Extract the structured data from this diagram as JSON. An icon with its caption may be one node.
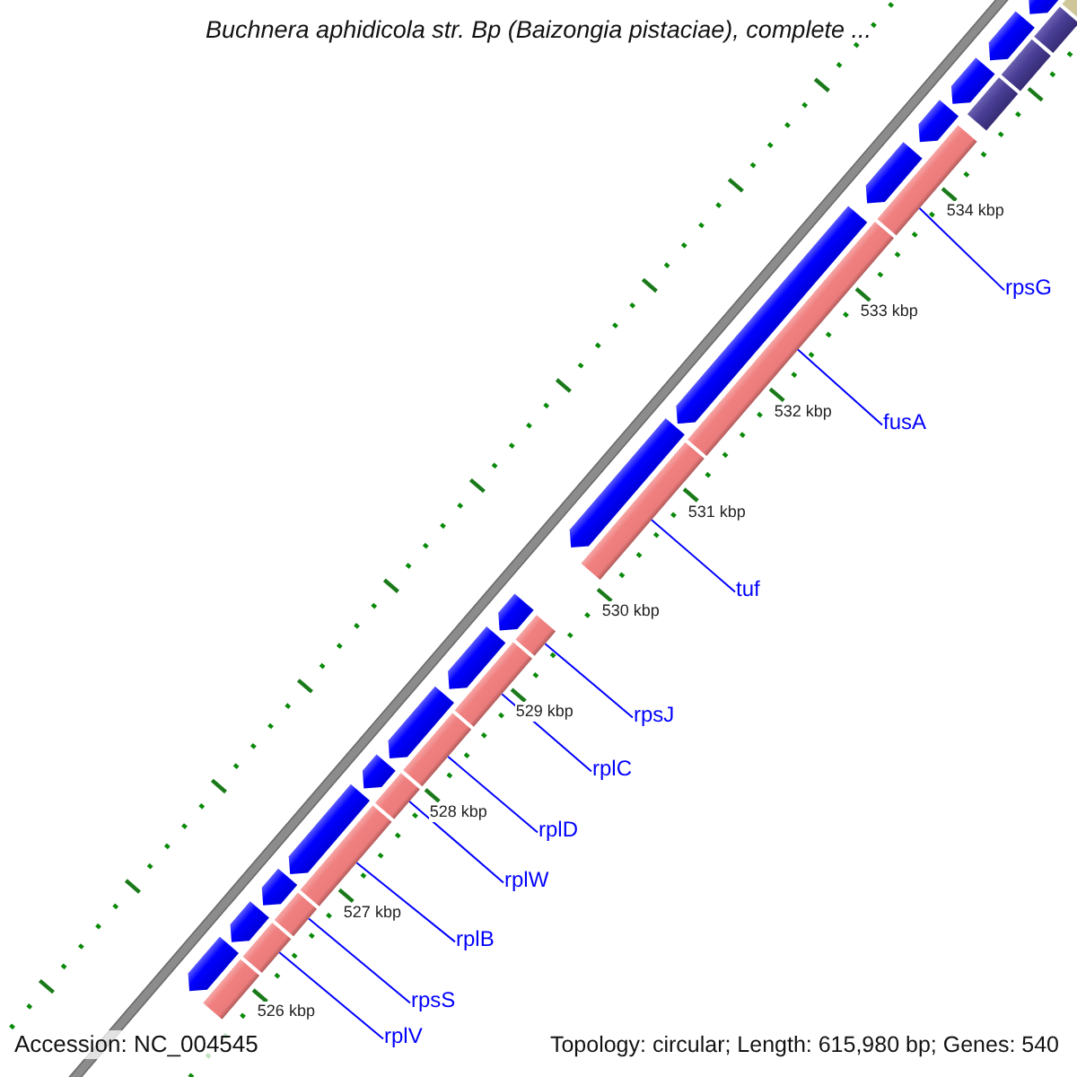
{
  "diagram": {
    "title": "Buchnera aphidicola str. Bp (Baizongia pistaciae), complete ...",
    "nodes": [
      {
        "text": [
          "rpsG"
        ]
      },
      {
        "text": [
          "fusA"
        ]
      },
      {
        "text": [
          "tuf"
        ]
      },
      {
        "text": [
          "rpsJ"
        ]
      },
      {
        "text": [
          "rplC"
        ]
      },
      {
        "text": [
          "rplD"
        ]
      },
      {
        "text": [
          "rplW"
        ]
      },
      {
        "text": [
          "rplB"
        ]
      },
      {
        "text": [
          "rpsS"
        ]
      },
      {
        "text": [
          "rplV"
        ]
      },
      {
        "text": [],
        "shape": "bar"
      },
      {
        "text": [],
        "shape": "bar"
      },
      {
        "text": [],
        "shape": "bar"
      },
      {
        "text": [],
        "shape": "bar"
      },
      {
        "text": [],
        "shape": "bar"
      },
      {
        "text": [],
        "shape": "bar"
      },
      {
        "text": [],
        "shape": "bar"
      },
      {
        "text": [],
        "shape": "bar"
      },
      {
        "text": [],
        "shape": "bar"
      },
      {
        "text": [],
        "shape": "bar"
      },
      {
        "text": [],
        "shape": "bar"
      },
      {
        "text": [],
        "shape": "bar"
      },
      {
        "text": [],
        "shape": "bar"
      },
      {
        "text": [],
        "shape": "bar"
      },
      {
        "text": [],
        "shape": "bar"
      },
      {
        "text": [],
        "shape": "bar"
      },
      {
        "text": [],
        "shape": "bar"
      },
      {
        "text": [],
        "shape": "bar"
      },
      {
        "text": [],
        "shape": "bar"
      },
      {
        "text": [],
        "shape": "bar"
      },
      {
        "text": [],
        "shape": "bar"
      },
      {
        "text": [],
        "shape": "bar"
      },
      {
        "text": [],
        "shape": "bar"
      },
      {
        "text": [],
        "shape": "bar"
      },
      {
        "text": [],
        "shape": "bar"
      },
      {
        "text": [],
        "shape": "bar"
      },
      {
        "text": [],
        "shape": "bar"
      },
      {
        "text": [],
        "shape": "bar"
      },
      {
        "text": [],
        "shape": "bar"
      },
      {
        "text": [],
        "shape": "bar"
      }
    ],
    "edges": [
      {
        "from": 0,
        "to": 10,
        "arrow": "none"
      },
      {
        "from": 1,
        "to": 11,
        "arrow": "none"
      },
      {
        "from": 2,
        "to": 12,
        "arrow": "none"
      },
      {
        "from": 3,
        "to": 13,
        "arrow": "none"
      },
      {
        "from": 4,
        "to": 14,
        "arrow": "none"
      },
      {
        "from": 5,
        "to": 15,
        "arrow": "none"
      },
      {
        "from": 6,
        "to": 16,
        "arrow": "none"
      },
      {
        "from": 7,
        "to": 17,
        "arrow": "none"
      },
      {
        "from": 8,
        "to": 18,
        "arrow": "none"
      },
      {
        "from": 9,
        "to": 19,
        "arrow": "none"
      }
    ],
    "labels": [
      "534 kbp",
      "533 kbp",
      "532 kbp",
      "531 kbp",
      "530 kbp",
      "529 kbp",
      "528 kbp",
      "527 kbp",
      "526 kbp",
      "Accession: NC_004545",
      "Topology: circular; Length: 615,980 bp; Genes: 540"
    ]
  }
}
